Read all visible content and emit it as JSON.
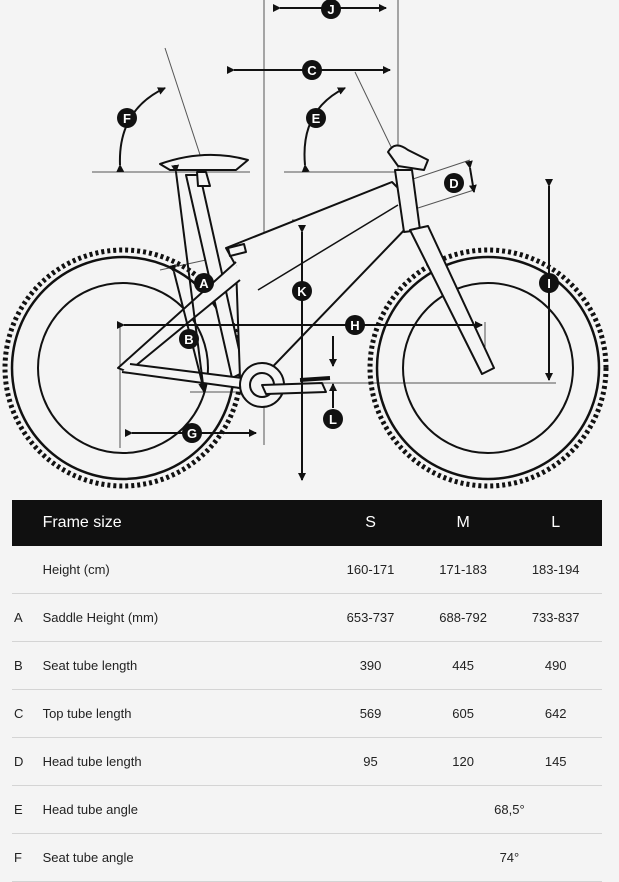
{
  "diagram": {
    "markers": [
      "J",
      "C",
      "F",
      "E",
      "D",
      "A",
      "K",
      "I",
      "B",
      "H",
      "G",
      "L"
    ]
  },
  "table": {
    "headers": {
      "label": "Frame size",
      "s": "S",
      "m": "M",
      "l": "L"
    },
    "rows": [
      {
        "letter": "",
        "label": "Height (cm)",
        "s": "160-171",
        "m": "171-183",
        "l": "183-194"
      },
      {
        "letter": "A",
        "label": "Saddle Height (mm)",
        "s": "653-737",
        "m": "688-792",
        "l": "733-837"
      },
      {
        "letter": "B",
        "label": "Seat tube length",
        "s": "390",
        "m": "445",
        "l": "490"
      },
      {
        "letter": "C",
        "label": "Top tube length",
        "s": "569",
        "m": "605",
        "l": "642"
      },
      {
        "letter": "D",
        "label": "Head tube length",
        "s": "95",
        "m": "120",
        "l": "145"
      },
      {
        "letter": "E",
        "label": "Head tube angle",
        "all": "68,5°"
      },
      {
        "letter": "F",
        "label": "Seat tube angle",
        "all": "74°"
      }
    ]
  }
}
